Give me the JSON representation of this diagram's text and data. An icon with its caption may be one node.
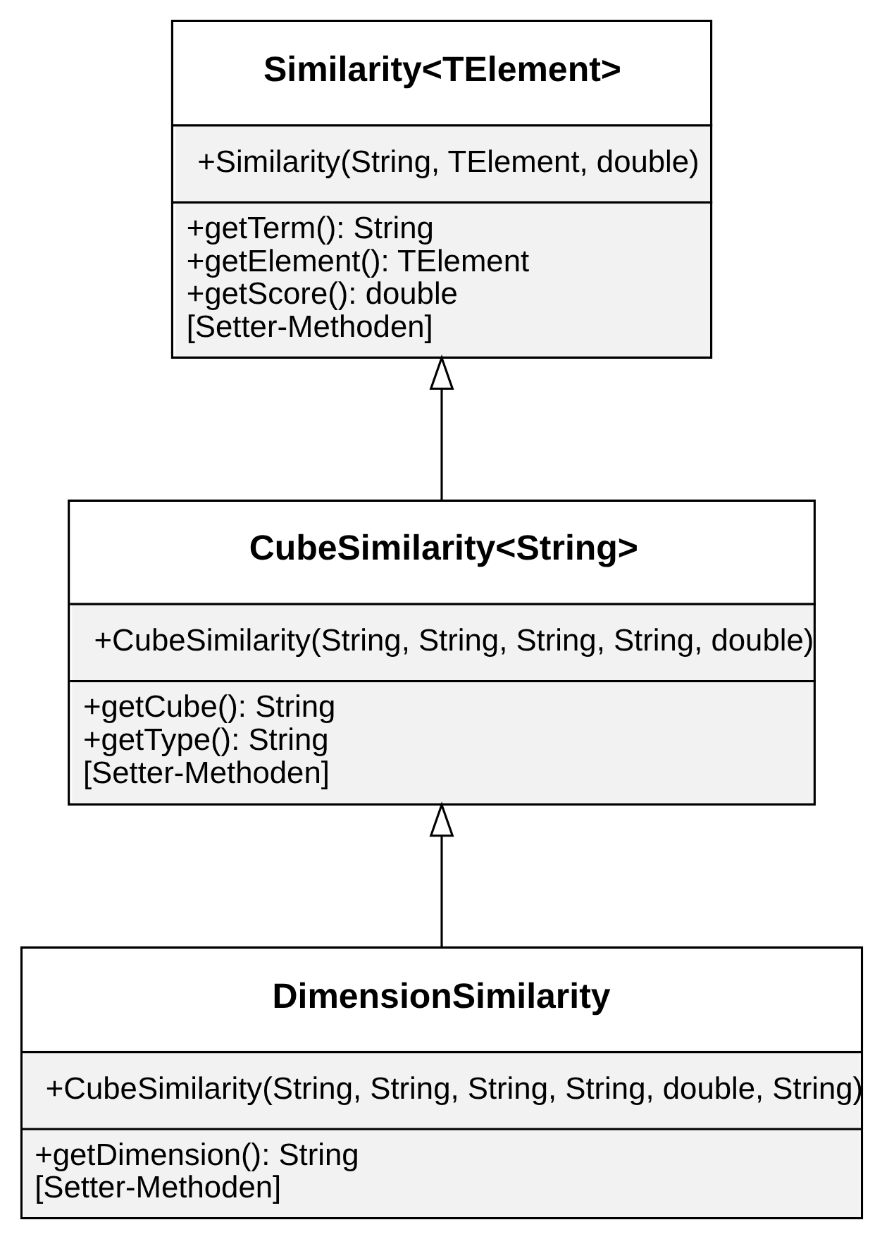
{
  "diagram": {
    "nodes": [
      {
        "text": [
          "Similarity<TElement>",
          "+Similarity(String, TElement, double)",
          "+getTerm(): String",
          "+getElement(): TElement",
          "+getScore(): double",
          "[Setter-Methoden]"
        ]
      },
      {
        "text": [
          "CubeSimilarity<String>",
          "+CubeSimilarity(String, String, String, String, double)",
          "+getCube(): String",
          "+getType(): String",
          "[Setter-Methoden]"
        ]
      },
      {
        "text": [
          "DimensionSimilarity",
          "+CubeSimilarity(String, String, String, String, double, String)",
          "+getDimension(): String",
          "[Setter-Methoden]"
        ]
      }
    ],
    "edges": [
      {
        "from": 1,
        "to": 0,
        "arrow": "to"
      },
      {
        "from": 2,
        "to": 1,
        "arrow": "to"
      }
    ]
  }
}
